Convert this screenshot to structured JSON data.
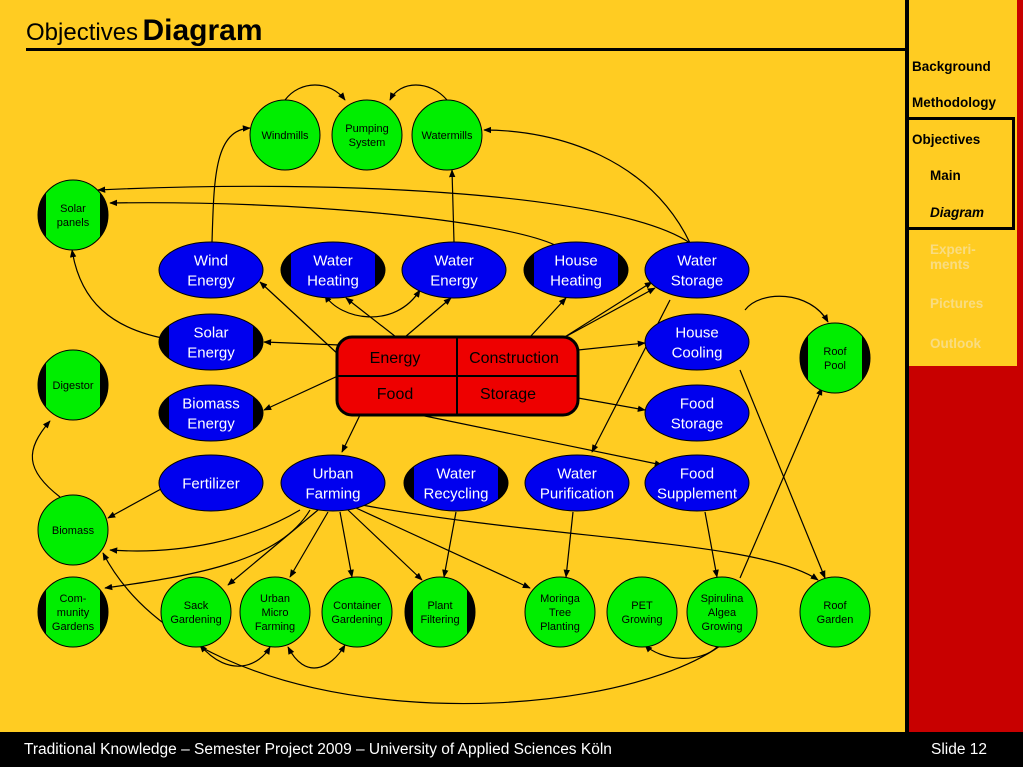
{
  "title": {
    "prefix": "Objectives",
    "main": "Diagram"
  },
  "nav": [
    {
      "label": "Background",
      "state": "normal"
    },
    {
      "label": "Methodology",
      "state": "normal"
    },
    {
      "label": "Objectives",
      "state": "normal"
    },
    {
      "label": "Main",
      "state": "sub"
    },
    {
      "label": "Diagram",
      "state": "sub-current"
    },
    {
      "label": "Experi-\nments",
      "state": "dim"
    },
    {
      "label": "Pictures",
      "state": "dim"
    },
    {
      "label": "Outlook",
      "state": "dim"
    }
  ],
  "footer": {
    "text": "Traditional Knowledge – Semester Project 2009 – University of Applied Sciences Köln",
    "slide": "Slide 12"
  },
  "colors": {
    "background": "#FFCC22",
    "sidebar": "#C80000",
    "blue_node": "#0000EE",
    "green_node": "#00EE00",
    "center": "#EE0000"
  },
  "diagram": {
    "center": {
      "cells": [
        "Energy",
        "Construction",
        "Food",
        "Storage"
      ]
    },
    "nodes": [
      {
        "id": "windmills",
        "type": "green",
        "label": "Windmills"
      },
      {
        "id": "pumping",
        "type": "green",
        "label": "Pumping\nSystem"
      },
      {
        "id": "watermills",
        "type": "green",
        "label": "Watermills"
      },
      {
        "id": "solarpanels",
        "type": "green-bar",
        "label": "Solar\npanels"
      },
      {
        "id": "digestor",
        "type": "green-bar",
        "label": "Digestor"
      },
      {
        "id": "biomass",
        "type": "green",
        "label": "Biomass"
      },
      {
        "id": "community",
        "type": "green-bar",
        "label": "Com-\nmunity\nGardens"
      },
      {
        "id": "sack",
        "type": "green",
        "label": "Sack\nGardening"
      },
      {
        "id": "urbanmicro",
        "type": "green",
        "label": "Urban\nMicro\nFarming"
      },
      {
        "id": "container",
        "type": "green",
        "label": "Container\nGardening"
      },
      {
        "id": "plantfilter",
        "type": "green-bar",
        "label": "Plant\nFiltering"
      },
      {
        "id": "moringa",
        "type": "green",
        "label": "Moringa\nTree\nPlanting"
      },
      {
        "id": "pet",
        "type": "green",
        "label": "PET\nGrowing"
      },
      {
        "id": "spirulina",
        "type": "green",
        "label": "Spirulina\nAlgea\nGrowing"
      },
      {
        "id": "roofgarden",
        "type": "green",
        "label": "Roof\nGarden"
      },
      {
        "id": "roofpool",
        "type": "green-bar",
        "label": "Roof\nPool"
      },
      {
        "id": "windenergy",
        "type": "blue",
        "label": "Wind\nEnergy"
      },
      {
        "id": "waterheating",
        "type": "blue-bar",
        "label": "Water\nHeating"
      },
      {
        "id": "waterenergy",
        "type": "blue",
        "label": "Water\nEnergy"
      },
      {
        "id": "househeating",
        "type": "blue-bar",
        "label": "House\nHeating"
      },
      {
        "id": "waterstorage",
        "type": "blue",
        "label": "Water\nStorage"
      },
      {
        "id": "solarenergy",
        "type": "blue-bar",
        "label": "Solar\nEnergy"
      },
      {
        "id": "housecooling",
        "type": "blue",
        "label": "House\nCooling"
      },
      {
        "id": "biomassenergy",
        "type": "blue-bar",
        "label": "Biomass\nEnergy"
      },
      {
        "id": "foodstorage",
        "type": "blue",
        "label": "Food\nStorage"
      },
      {
        "id": "fertilizer",
        "type": "blue",
        "label": "Fertilizer"
      },
      {
        "id": "urbanfarming",
        "type": "blue",
        "label": "Urban\nFarming"
      },
      {
        "id": "waterrecycling",
        "type": "blue-bar",
        "label": "Water\nRecycling"
      },
      {
        "id": "waterpurification",
        "type": "blue",
        "label": "Water\nPurification"
      },
      {
        "id": "foodsupplement",
        "type": "blue",
        "label": "Food\nSupplement"
      }
    ]
  }
}
